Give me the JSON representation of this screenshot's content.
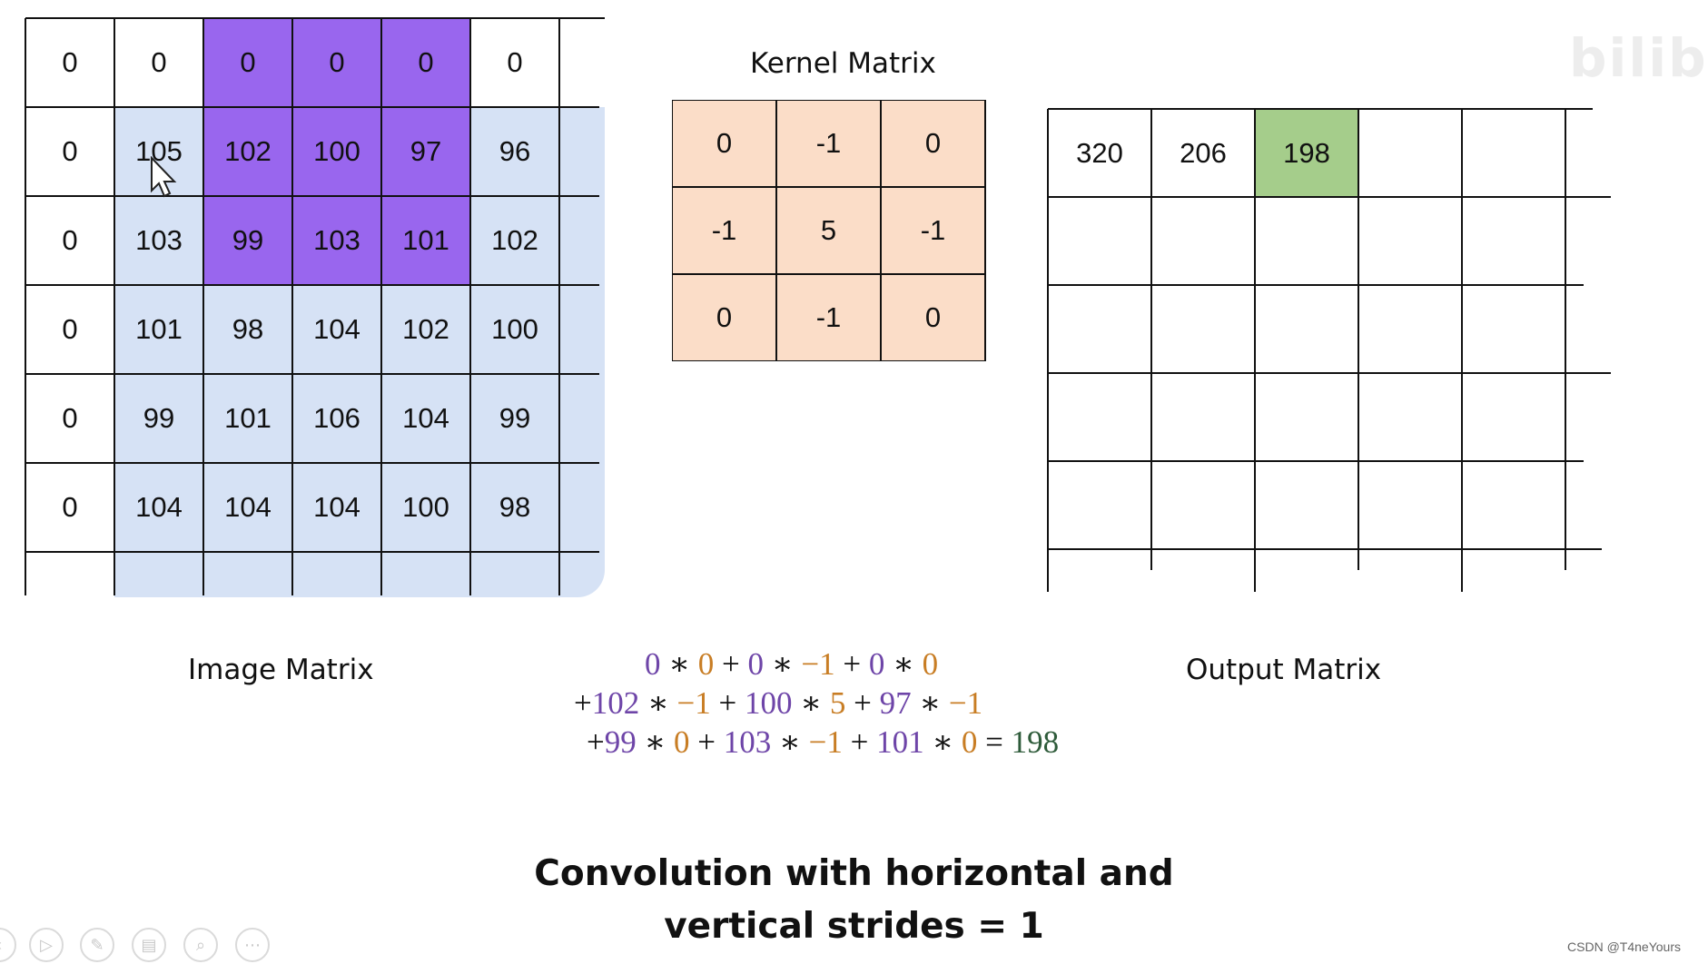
{
  "image_matrix": {
    "label": "Image Matrix",
    "rows": [
      [
        "0",
        "0",
        "0",
        "0",
        "0",
        "0"
      ],
      [
        "0",
        "105",
        "102",
        "100",
        "97",
        "96"
      ],
      [
        "0",
        "103",
        "99",
        "103",
        "101",
        "102"
      ],
      [
        "0",
        "101",
        "98",
        "104",
        "102",
        "100"
      ],
      [
        "0",
        "99",
        "101",
        "106",
        "104",
        "99"
      ],
      [
        "0",
        "104",
        "104",
        "104",
        "100",
        "98"
      ]
    ]
  },
  "kernel_matrix": {
    "label": "Kernel Matrix",
    "rows": [
      [
        "0",
        "-1",
        "0"
      ],
      [
        "-1",
        "5",
        "-1"
      ],
      [
        "0",
        "-1",
        "0"
      ]
    ]
  },
  "output_matrix": {
    "label": "Output Matrix",
    "values": [
      "320",
      "206",
      "198"
    ]
  },
  "formula": {
    "line1": [
      {
        "t": "0",
        "c": "p"
      },
      {
        "t": " ∗ ",
        "c": "k"
      },
      {
        "t": "0",
        "c": "o"
      },
      {
        "t": " + ",
        "c": "k"
      },
      {
        "t": "0",
        "c": "p"
      },
      {
        "t": " ∗ ",
        "c": "k"
      },
      {
        "t": "−1",
        "c": "o"
      },
      {
        "t": " + ",
        "c": "k"
      },
      {
        "t": "0",
        "c": "p"
      },
      {
        "t": " ∗ ",
        "c": "k"
      },
      {
        "t": "0",
        "c": "o"
      }
    ],
    "line2": [
      {
        "t": "+",
        "c": "k"
      },
      {
        "t": "102",
        "c": "p"
      },
      {
        "t": " ∗ ",
        "c": "k"
      },
      {
        "t": "−1",
        "c": "o"
      },
      {
        "t": " + ",
        "c": "k"
      },
      {
        "t": "100",
        "c": "p"
      },
      {
        "t": " ∗ ",
        "c": "k"
      },
      {
        "t": "5",
        "c": "o"
      },
      {
        "t": " + ",
        "c": "k"
      },
      {
        "t": "97",
        "c": "p"
      },
      {
        "t": " ∗ ",
        "c": "k"
      },
      {
        "t": "−1",
        "c": "o"
      }
    ],
    "line3": [
      {
        "t": "+",
        "c": "k"
      },
      {
        "t": "99",
        "c": "p"
      },
      {
        "t": " ∗ ",
        "c": "k"
      },
      {
        "t": "0",
        "c": "o"
      },
      {
        "t": " + ",
        "c": "k"
      },
      {
        "t": "103",
        "c": "p"
      },
      {
        "t": " ∗ ",
        "c": "k"
      },
      {
        "t": "−1",
        "c": "o"
      },
      {
        "t": " + ",
        "c": "k"
      },
      {
        "t": "101",
        "c": "p"
      },
      {
        "t": " ∗ ",
        "c": "k"
      },
      {
        "t": "0",
        "c": "o"
      },
      {
        "t": " = ",
        "c": "k"
      },
      {
        "t": "198",
        "c": "g"
      }
    ]
  },
  "title": {
    "line1": "Convolution with horizontal and",
    "line2": "vertical strides = 1"
  },
  "watermark": "CSDN @T4neYours",
  "logo_text": "bilibili",
  "colors": {
    "window_highlight": "#9966EE",
    "image_fill": "#D6E2F5",
    "current_output": "#A5CD8B",
    "kernel_fill": "#FBDDC8",
    "image_value_color": "#6E45A8",
    "kernel_value_color": "#C87D24"
  },
  "toolbar_icons": [
    "back-icon",
    "play-icon",
    "pen-icon",
    "slides-icon",
    "zoom-icon",
    "more-icon"
  ]
}
